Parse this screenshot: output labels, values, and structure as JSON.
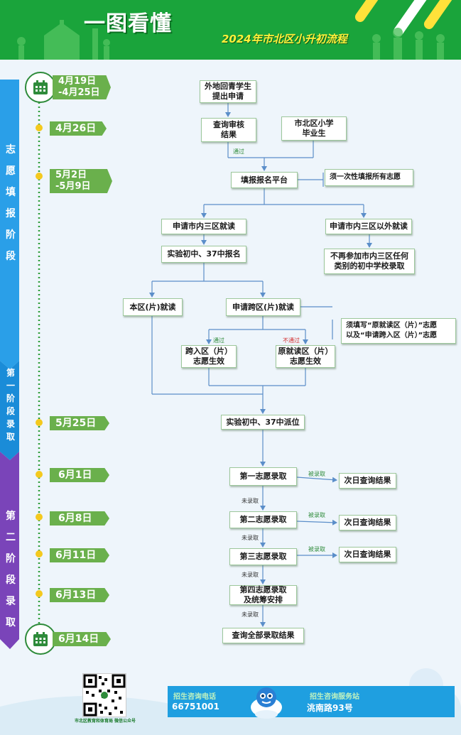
{
  "header": {
    "title": "一图看懂",
    "subtitle": "2024年市北区小升初流程"
  },
  "phases": [
    {
      "label": "志愿填报阶段",
      "chars": [
        "志",
        "愿",
        "填",
        "报",
        "阶",
        "段"
      ],
      "color": "#2a9fe8"
    },
    {
      "label": "第一阶段录取",
      "chars": [
        "第",
        "一",
        "阶",
        "段",
        "录",
        "取"
      ],
      "color": "#1a8cd8"
    },
    {
      "label": "第二阶段录取",
      "chars": [
        "第",
        "二",
        "阶",
        "段",
        "录",
        "取"
      ],
      "color": "#7a44b9"
    }
  ],
  "dates": {
    "d1": {
      "line1": "4月19日",
      "line2": "-4月25日"
    },
    "d2": "4月26日",
    "d3": {
      "line1": "5月2日",
      "line2": "-5月9日"
    },
    "d4": "5月25日",
    "d5": "6月1日",
    "d6": "6月8日",
    "d7": "6月11日",
    "d8": "6月13日",
    "d9": "6月14日"
  },
  "boxes": {
    "outside_students": {
      "line1": "外地回青学生",
      "line2": "提出申请"
    },
    "check_review": {
      "line1": "查询审核",
      "line2": "结果"
    },
    "local_grads": {
      "line1": "市北区小学",
      "line2": "毕业生"
    },
    "fill_platform": "填报报名平台",
    "apply_three": "申请市内三区就读",
    "apply_outside": "申请市内三区以外就读",
    "no_participate": {
      "line1": "不再参加市内三区任何",
      "line2": "类别的初中学校录取"
    },
    "exp37_signup": "实验初中、37中报名",
    "local_district": "本区(片)就读",
    "cross_district": "申请跨区(片)就读",
    "cross_effective": {
      "line1": "跨入区（片）",
      "line2": "志愿生效"
    },
    "orig_effective": {
      "line1": "原就读区（片）",
      "line2": "志愿生效"
    },
    "exp37_assign": "实验初中、37中派位",
    "choice1": "第一志愿录取",
    "choice2": "第二志愿录取",
    "choice3": "第三志愿录取",
    "choice4": {
      "line1": "第四志愿录取",
      "line2": "及统筹安排"
    },
    "query_all": "查询全部录取结果",
    "next_day_1": "次日查询结果",
    "next_day_2": "次日查询结果",
    "next_day_3": "次日查询结果"
  },
  "notes": {
    "fill_all": "须一次性填报所有志愿",
    "fill_orig": {
      "line1": "须填写“原就读区（片）”志愿",
      "line2": "以及“申请跨入区（片）”志愿"
    }
  },
  "labels": {
    "pass": "通过",
    "pass2": "通过",
    "fail": "不通过",
    "admitted1": "被录取",
    "admitted2": "被录取",
    "admitted3": "被录取",
    "not_admitted1": "未录取",
    "not_admitted2": "未录取",
    "not_admitted3": "未录取",
    "not_admitted4": "未录取"
  },
  "footer": {
    "qr_caption": "市北区教育和体育局 微信公众号",
    "phone_label": "招生咨询电话",
    "phone": "66751001",
    "office_label": "招生咨询服务站",
    "office": "洮南路93号"
  },
  "colors": {
    "header_green": "#1aa43b",
    "date_green": "#6ab04c",
    "date_dark_green": "#2e8b3a",
    "arrow_blue": "#5b8ec9",
    "info_blue": "#1f9fe0"
  }
}
